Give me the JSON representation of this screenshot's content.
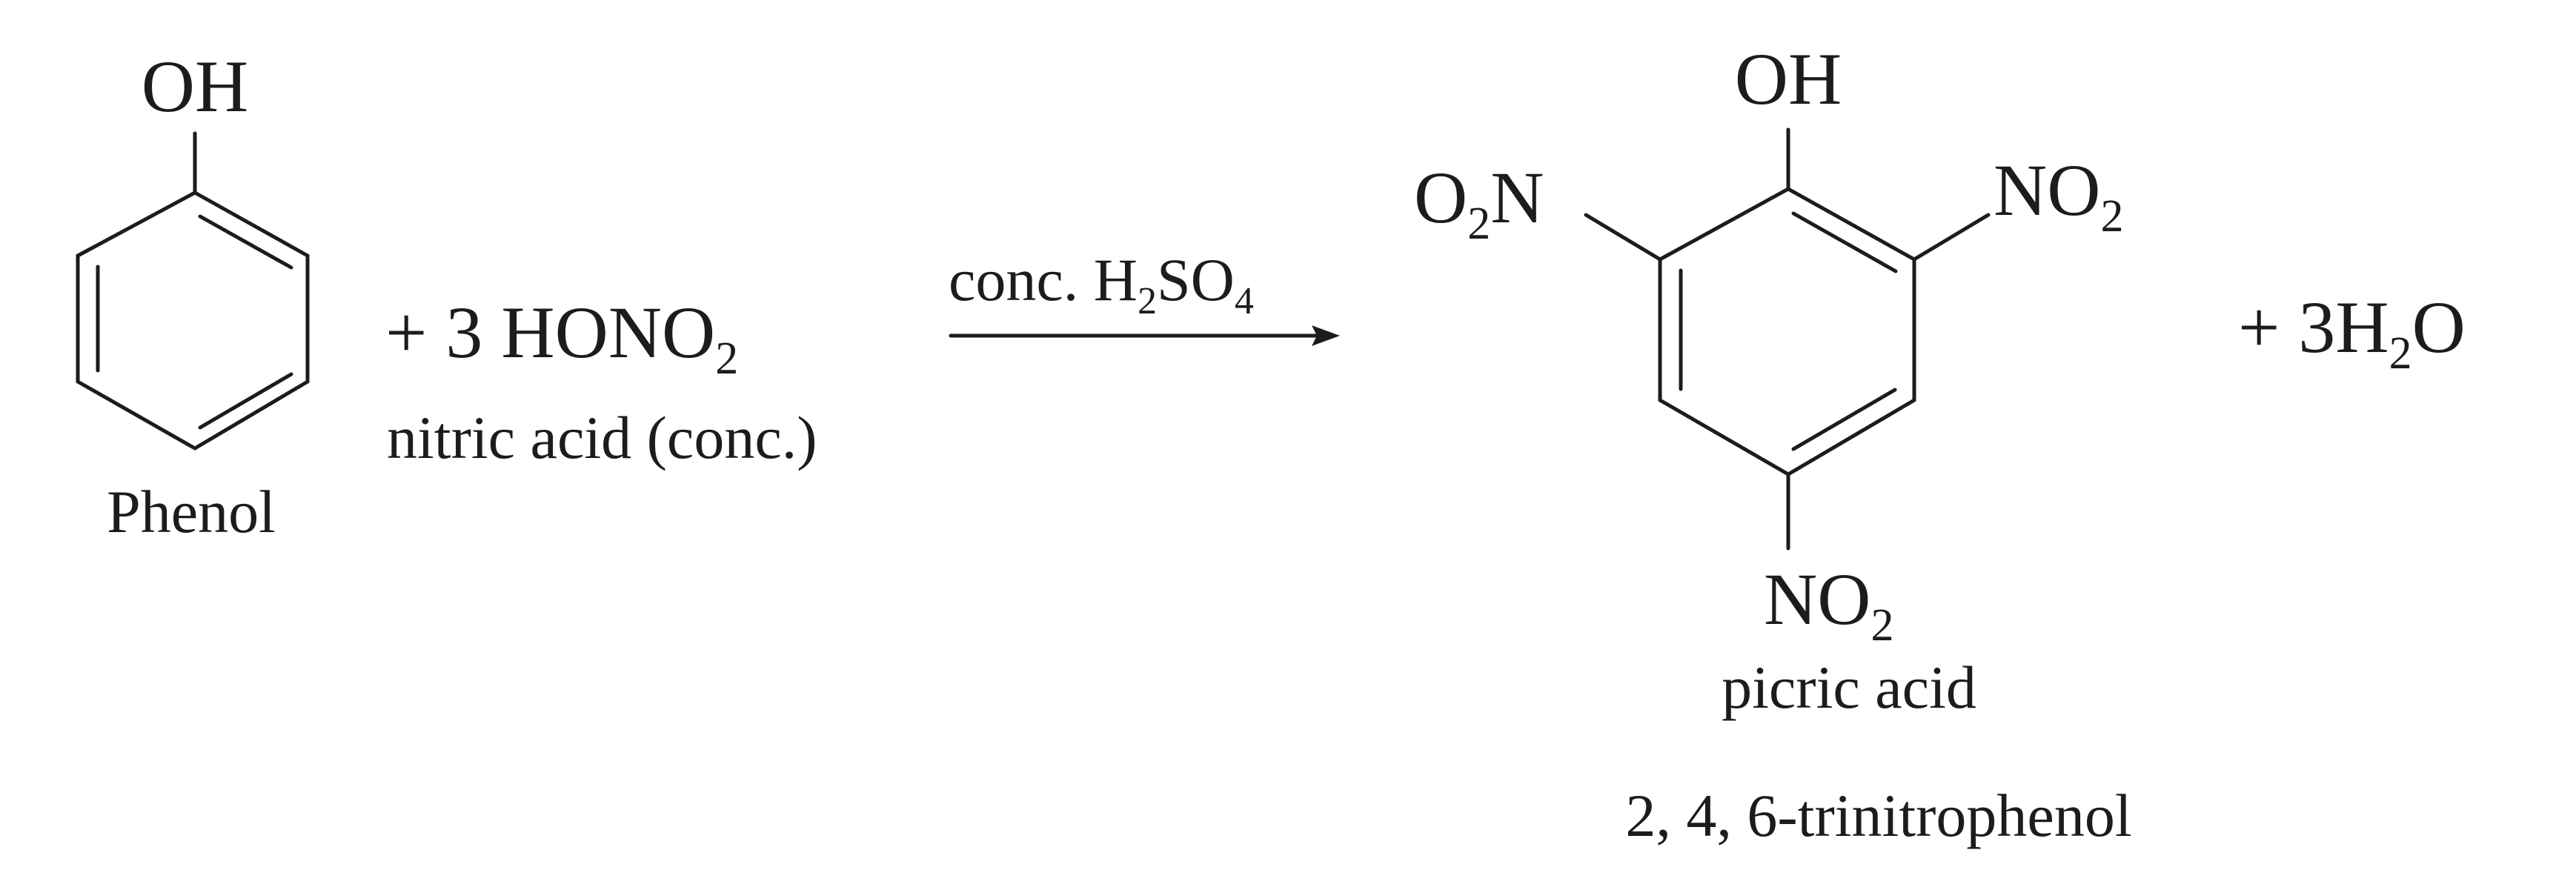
{
  "phenol": {
    "substituent": "OH",
    "name": "Phenol"
  },
  "reagent": {
    "plus": "+",
    "coefficient": "3",
    "formula_main": "HONO",
    "formula_sub": "2",
    "name": "nitric acid (conc.)"
  },
  "condition": {
    "prefix": "conc. H",
    "sub1": "2",
    "middle": "SO",
    "sub2": "4"
  },
  "product": {
    "top_group": "OH",
    "left_group_a": "O",
    "left_group_sub": "2",
    "left_group_b": "N",
    "right_group_main": "NO",
    "right_group_sub": "2",
    "bottom_group_main": "NO",
    "bottom_group_sub": "2",
    "name": "picric acid",
    "iupac_name": "2, 4, 6-trinitrophenol"
  },
  "byproduct": {
    "plus": "+",
    "coefficient": "3",
    "formula_a": "H",
    "formula_sub": "2",
    "formula_b": "O"
  }
}
